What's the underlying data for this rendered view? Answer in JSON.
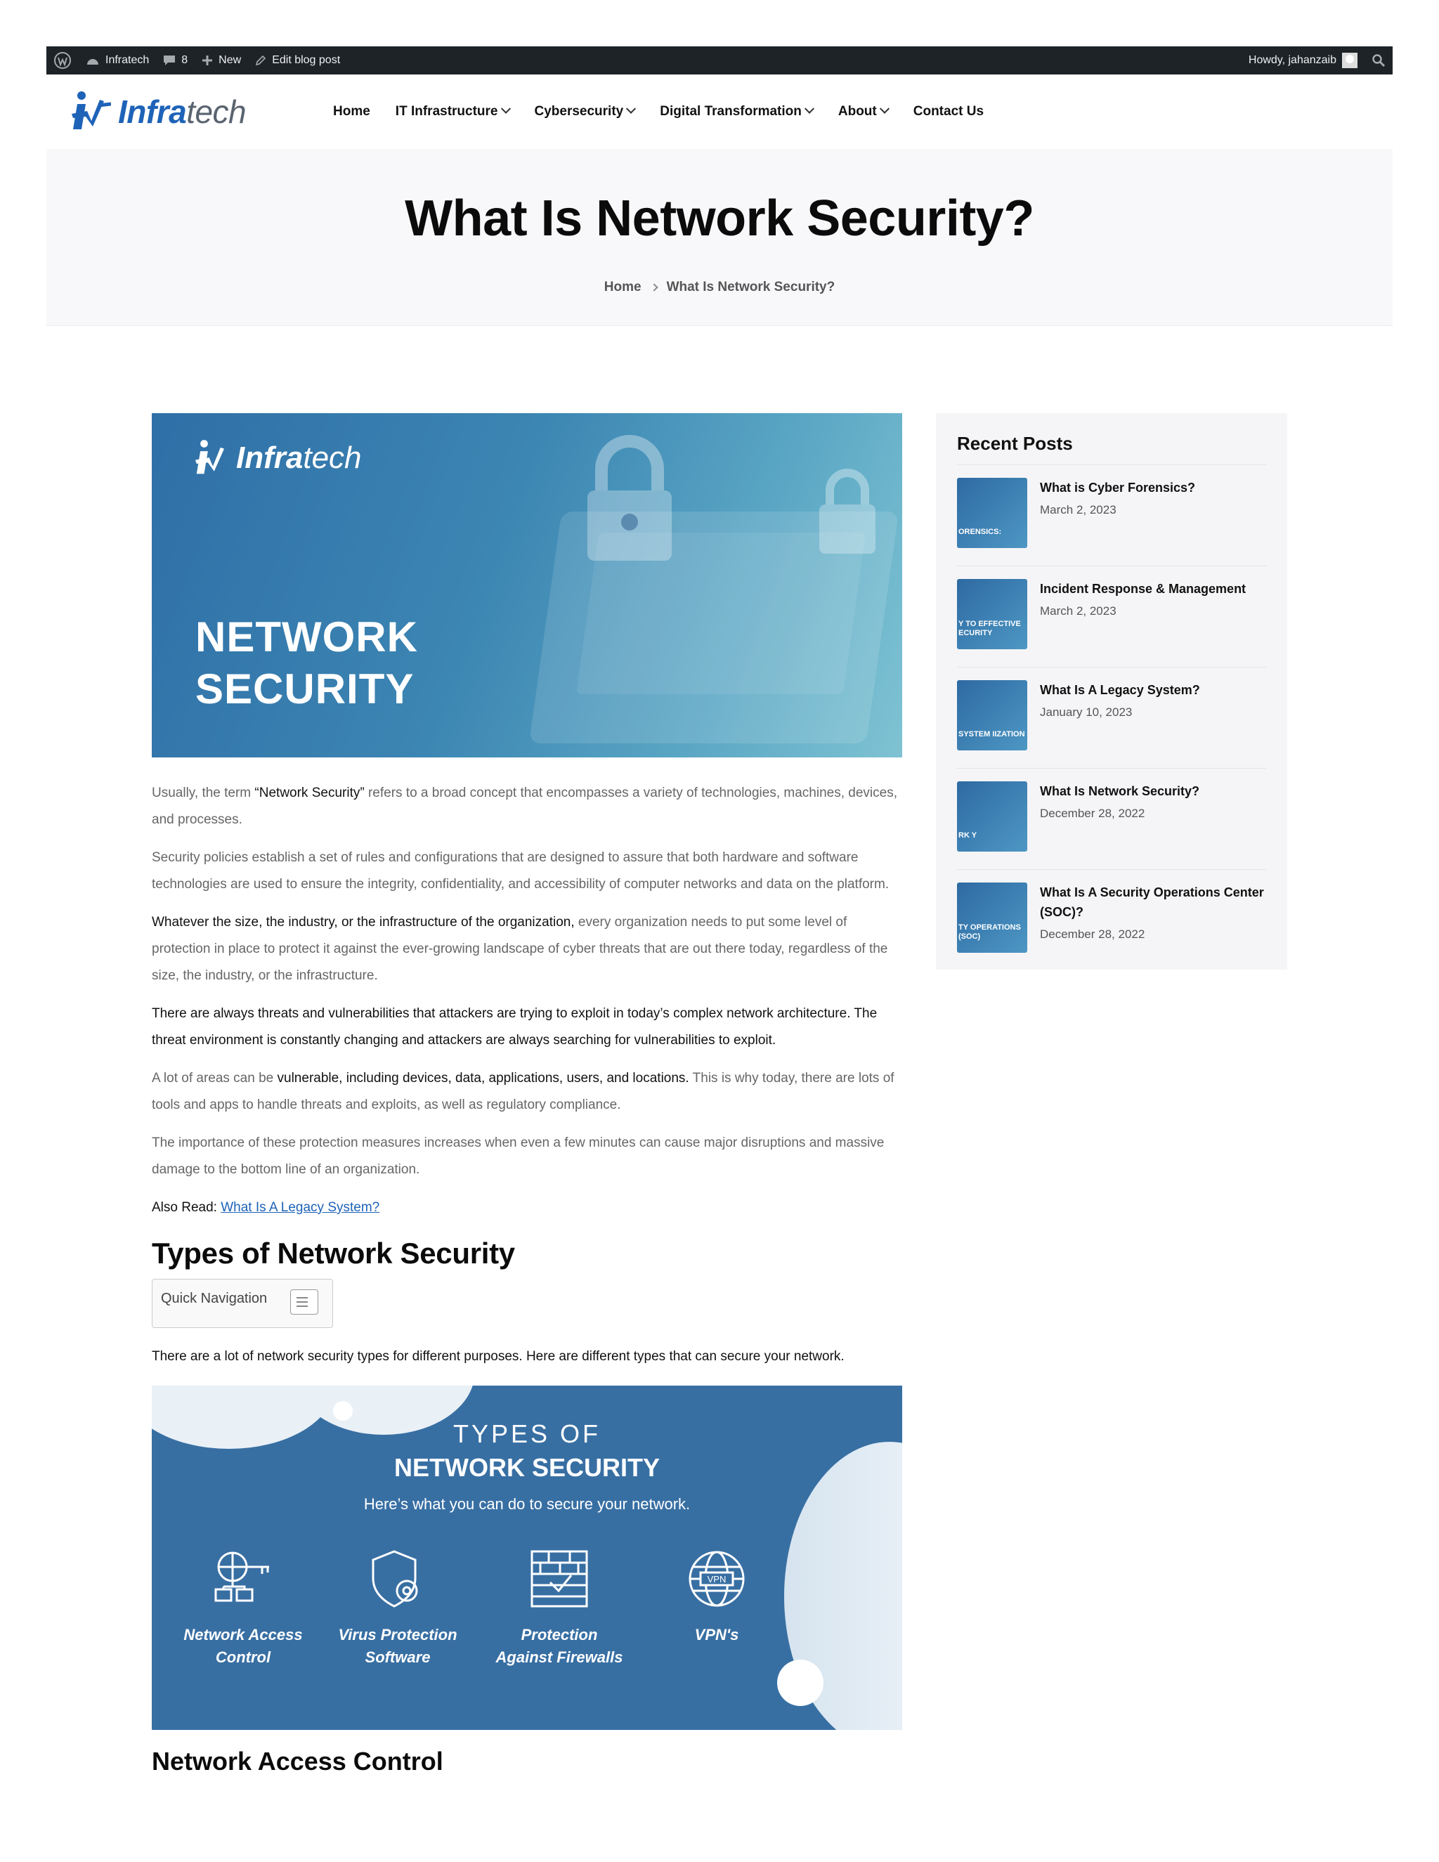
{
  "admin_bar": {
    "site_name": "Infratech",
    "comments_count": "8",
    "new_label": "New",
    "edit_label": "Edit blog post",
    "howdy": "Howdy, jahanzaib"
  },
  "header": {
    "logo_prefix": "Infra",
    "logo_suffix": "tech",
    "nav": [
      {
        "label": "Home"
      },
      {
        "label": "IT Infrastructure"
      },
      {
        "label": "Cybersecurity"
      },
      {
        "label": "Digital Transformation"
      },
      {
        "label": "About"
      },
      {
        "label": "Contact Us"
      }
    ]
  },
  "page": {
    "title": "What Is Network Security?",
    "breadcrumb_home": "Home",
    "breadcrumb_current": "What Is Network Security?"
  },
  "hero": {
    "logo_prefix": "Infra",
    "logo_suffix": "tech",
    "line1": "NETWORK",
    "line2": "SECURITY"
  },
  "article": {
    "p1_a": "Usually, the term ",
    "p1_b": "“Network Security”",
    "p1_c": " refers to a broad concept that encompasses a variety of technologies, machines, devices, and processes.",
    "p2": "Security policies establish a set of rules and configurations that are designed to assure that both hardware and software technologies are used to ensure the integrity, confidentiality, and accessibility of computer networks and data on the platform.",
    "p3_a": "Whatever the size, the industry, or the infrastructure of the organization,",
    "p3_b": " every organization needs to put some level of protection in place to protect it against the ever-growing landscape of cyber threats that are out there today, regardless of the size, the industry, or the infrastructure.",
    "p4": "There are always threats and vulnerabilities that attackers are trying to exploit in today’s complex network architecture. The threat environment is constantly changing and attackers are always searching for vulnerabilities to exploit.",
    "p5_a": "A lot of areas can be ",
    "p5_b": "vulnerable, including devices, data, applications, users, and locations.",
    "p5_c": " This is why today, there are lots of tools and apps to handle threats and exploits, as well as regulatory compliance.",
    "p6": "The importance of these protection measures increases when even a few minutes can cause major disruptions and massive damage to the bottom line of an organization.",
    "also_read_label": "Also Read: ",
    "also_read_link": "What Is A Legacy System?",
    "section_title": "Types of Network Security",
    "quick_nav": "Quick Navigation",
    "types_intro": "There are a lot of network security types for different purposes. Here are different types that can secure your network.",
    "sub_title": "Network Access Control"
  },
  "types_image": {
    "line1": "TYPES OF",
    "line2": "NETWORK SECURITY",
    "line3": "Here’s what you can do to secure your network.",
    "items": [
      {
        "l1": "Network Access",
        "l2": "Control",
        "icon": "network-key-icon"
      },
      {
        "l1": "Virus Protection",
        "l2": "Software",
        "icon": "shield-gear-icon"
      },
      {
        "l1": "Protection",
        "l2": "Against Firewalls",
        "icon": "firewall-icon"
      },
      {
        "l1": "VPN's",
        "l2": "",
        "icon": "vpn-globe-icon"
      }
    ]
  },
  "sidebar": {
    "title": "Recent Posts",
    "posts": [
      {
        "title": "What is Cyber Forensics?",
        "date": "March 2, 2023",
        "thumb": "ORENSICS:"
      },
      {
        "title": "Incident Response & Management",
        "date": "March 2, 2023",
        "thumb": "Y TO EFFECTIVE ECURITY"
      },
      {
        "title": "What Is A Legacy System?",
        "date": "January 10, 2023",
        "thumb": "SYSTEM IIZATION"
      },
      {
        "title": "What Is Network Security?",
        "date": "December 28, 2022",
        "thumb": "RK Y"
      },
      {
        "title": "What Is A Security Operations Center (SOC)?",
        "date": "December 28, 2022",
        "thumb": "TY OPERATIONS (SOC)"
      }
    ]
  }
}
